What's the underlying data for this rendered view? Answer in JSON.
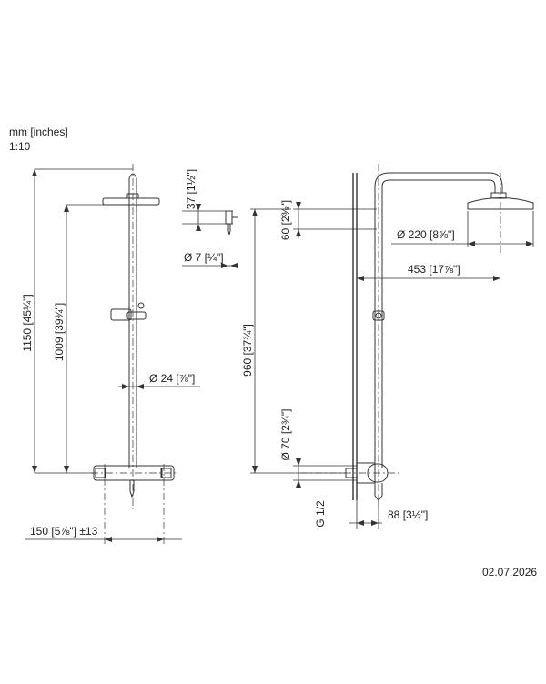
{
  "header": {
    "units": "mm [inches]",
    "scale": "1:10"
  },
  "footer": {
    "date": "02.07.2026"
  },
  "front_view": {
    "overall_height": "1150",
    "overall_height_in": "45¼\"",
    "riser_height": "1009",
    "riser_height_in": "39¾\"",
    "pipe_diameter": "Ø 24",
    "pipe_diameter_in": "⅞\"",
    "centers": "150",
    "centers_in": "5⅞\"",
    "centers_tolerance": "±13"
  },
  "detail_view": {
    "nozzle_length": "37",
    "nozzle_length_in": "1½\"",
    "nozzle_diameter": "Ø 7",
    "nozzle_diameter_in": "¼\""
  },
  "side_view": {
    "head_thickness": "60",
    "head_thickness_in": "2⅜\"",
    "head_diameter": "Ø 220",
    "head_diameter_in": "8⅝\"",
    "arm_projection": "453",
    "arm_projection_in": "17⅞\"",
    "outlet_to_arm": "960",
    "outlet_to_arm_in": "37¾\"",
    "escutcheon_diameter": "Ø 70",
    "escutcheon_diameter_in": "2¾\"",
    "thread": "G 1/2",
    "wall_distance": "88",
    "wall_distance_in": "3½\""
  }
}
